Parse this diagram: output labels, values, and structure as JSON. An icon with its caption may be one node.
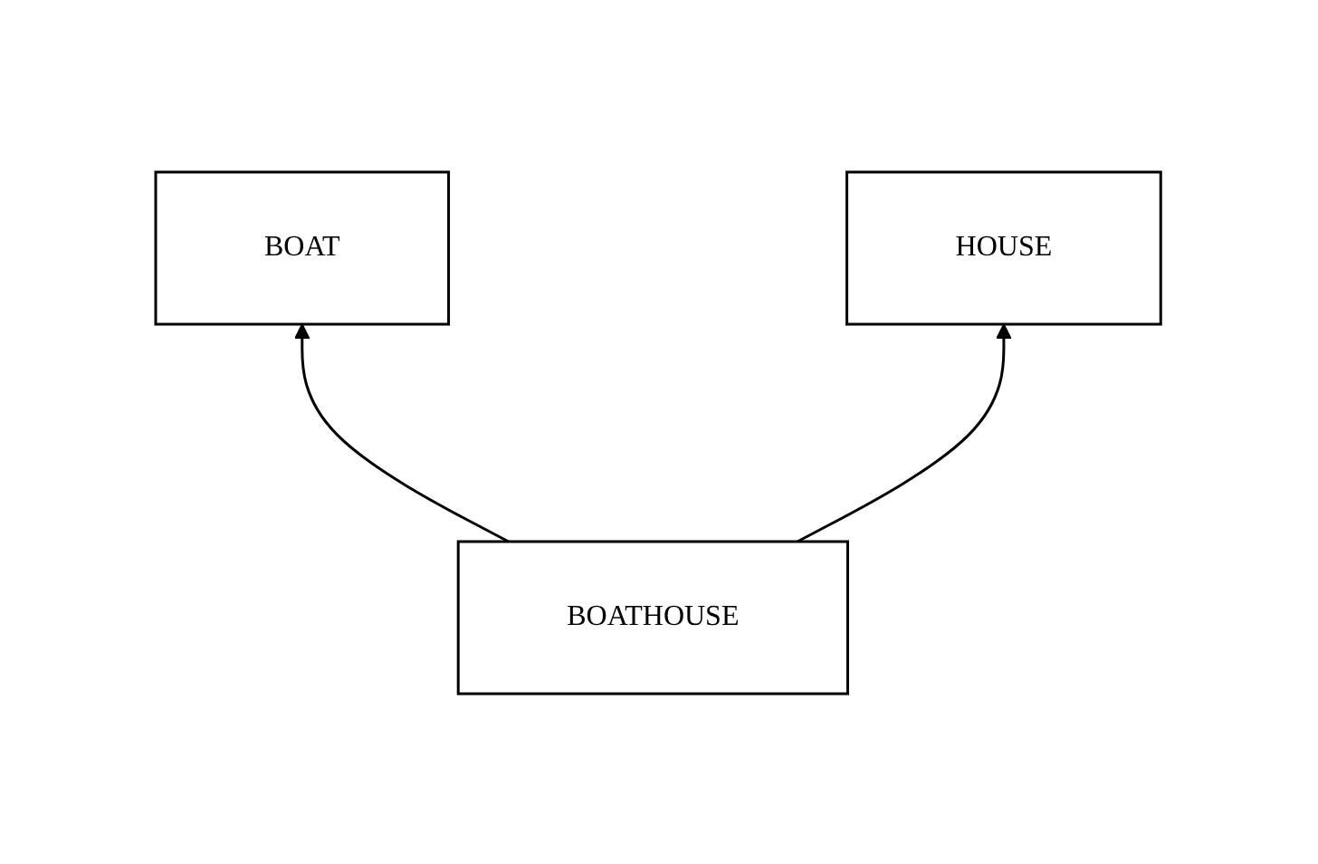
{
  "diagram": {
    "nodes": [
      {
        "text": [
          "BOAT"
        ]
      },
      {
        "text": [
          "HOUSE"
        ]
      },
      {
        "text": [
          "BOATHOUSE"
        ]
      }
    ],
    "edges": [
      {
        "from": 2,
        "to": 0,
        "arrow": "to"
      },
      {
        "from": 2,
        "to": 1,
        "arrow": "to"
      }
    ]
  }
}
